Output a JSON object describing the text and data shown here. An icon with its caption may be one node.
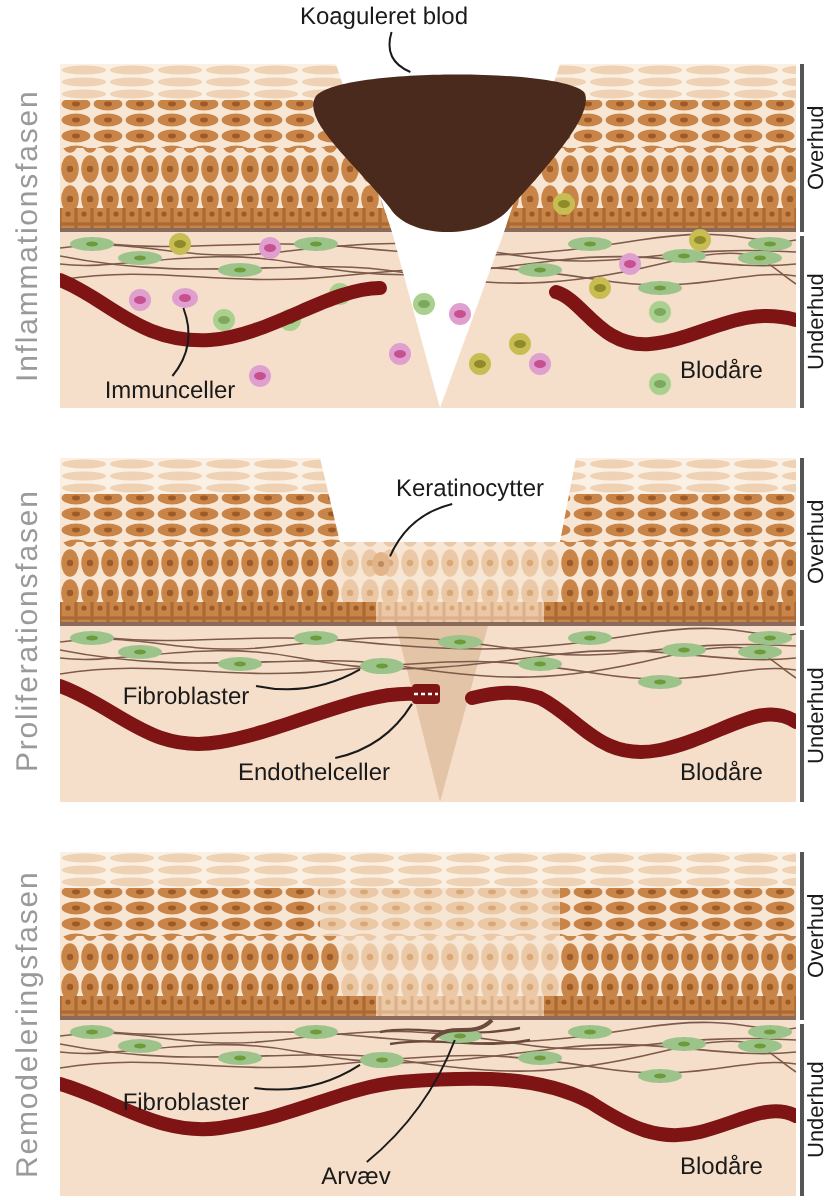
{
  "diagram": {
    "nodes": [
      {
        "text": [
          "Inflammationsfasen"
        ]
      },
      {
        "text": [
          "Koaguleret blod"
        ]
      },
      {
        "text": [],
        "shape": "picture",
        "in": 0
      },
      {
        "text": [
          "Immunceller"
        ],
        "in": 0
      },
      {
        "text": [],
        "shape": "picture",
        "in": 0
      },
      {
        "text": [
          "Proliferationsfasen"
        ]
      },
      {
        "text": [
          "Keratinocytter"
        ],
        "in": 5
      },
      {
        "text": [],
        "shape": "picture",
        "in": 5
      },
      {
        "text": [
          "Fibroblaster"
        ],
        "in": 5
      },
      {
        "text": [],
        "shape": "picture",
        "in": 5
      },
      {
        "text": [
          "Endothelceller"
        ],
        "in": 5
      },
      {
        "text": [],
        "shape": "picture",
        "in": 5
      },
      {
        "text": [
          "Remodeleringsfasen"
        ]
      },
      {
        "text": [
          "Fibroblaster"
        ],
        "in": 12
      },
      {
        "text": [],
        "shape": "picture",
        "in": 12
      },
      {
        "text": [
          "Arvæv"
        ],
        "in": 12
      },
      {
        "text": [],
        "shape": "picture",
        "in": 12
      }
    ],
    "edges": [
      {
        "from": 1,
        "to": 2,
        "arrow": "none"
      },
      {
        "from": 3,
        "to": 4,
        "arrow": "none"
      },
      {
        "from": 6,
        "to": 7,
        "arrow": "none"
      },
      {
        "from": 8,
        "to": 9,
        "arrow": "none"
      },
      {
        "from": 10,
        "to": 11,
        "arrow": "none"
      },
      {
        "from": 13,
        "to": 14,
        "arrow": "none"
      },
      {
        "from": 15,
        "to": 16,
        "arrow": "none"
      }
    ],
    "labels": [
      "Overhud",
      "Blodåre",
      "Underhud",
      "Overhud",
      "Blodåre",
      "Underhud",
      "Overhud",
      "Blodåre",
      "Underhud"
    ]
  }
}
